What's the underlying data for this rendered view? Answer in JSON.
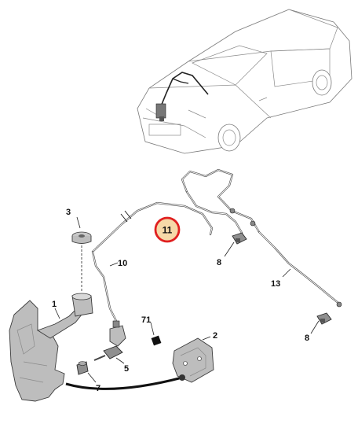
{
  "callouts": {
    "c1": "1",
    "c2": "2",
    "c3": "3",
    "c5": "5",
    "c7": "7",
    "c8a": "8",
    "c8b": "8",
    "c10": "10",
    "c11": "11",
    "c13": "13",
    "c71": "71"
  },
  "colors": {
    "highlight_ring": "#e02020",
    "highlight_fill": "#f6d9a8",
    "part_fill": "#bdbdbd",
    "hose": "#4a4a4a"
  }
}
